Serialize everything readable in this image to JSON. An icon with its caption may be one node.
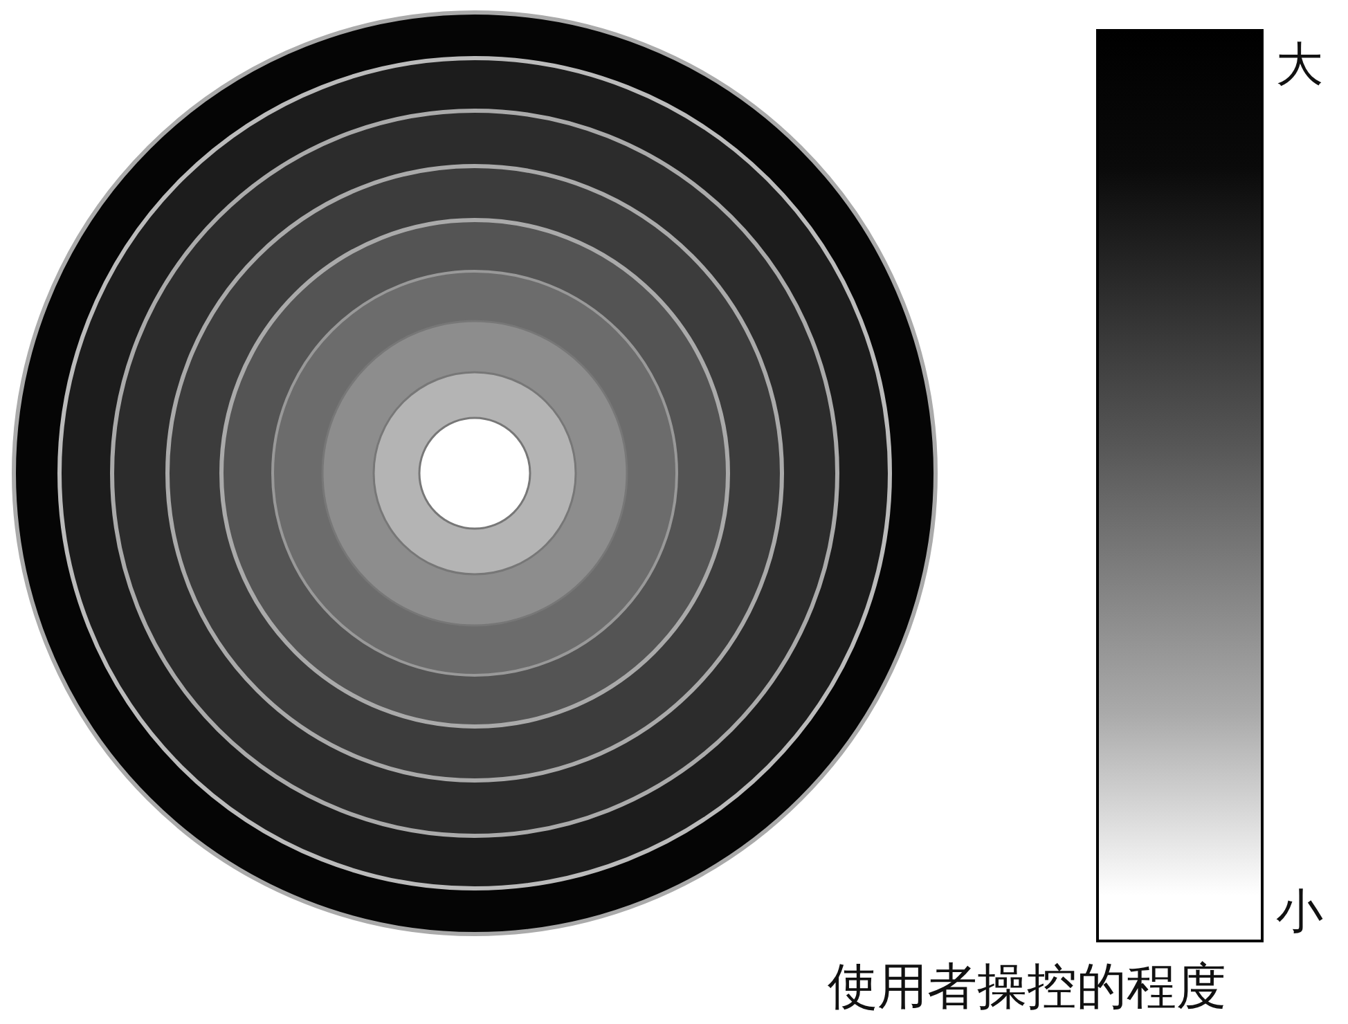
{
  "diagram": {
    "nodes": [
      {
        "text": [],
        "shape": "bar",
        "beside": [
          "大",
          "小"
        ]
      }
    ],
    "labels": [
      "使用者操控的程度"
    ]
  }
}
